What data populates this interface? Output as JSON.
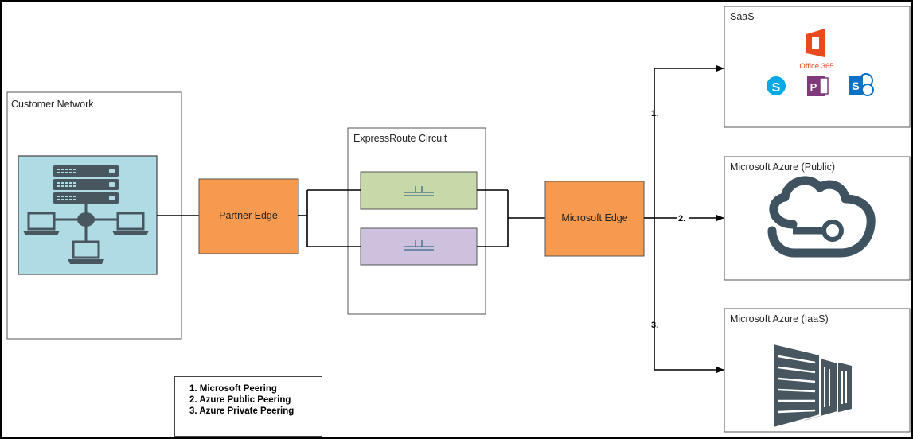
{
  "customer_network": {
    "title": "Customer Network"
  },
  "partner_edge": {
    "label": "Partner Edge"
  },
  "expressroute": {
    "title": "ExpressRoute Circuit"
  },
  "microsoft_edge": {
    "label": "Microsoft Edge"
  },
  "saas": {
    "title": "SaaS",
    "office_label": "Office 365"
  },
  "azure_public": {
    "title": "Microsoft Azure (Public)"
  },
  "azure_iaas": {
    "title": "Microsoft Azure (IaaS)"
  },
  "path_labels": {
    "p1": "1.",
    "p2": "2.",
    "p3": "3."
  },
  "legend": {
    "items": [
      "1. Microsoft Peering",
      "2. Azure Public Peering",
      "3. Azure Private Peering"
    ]
  },
  "colors": {
    "edge_orange": "#f79a50",
    "circuit_green": "#c7d9a8",
    "circuit_purple": "#cdc1dd",
    "network_bg": "#aedbe4",
    "icon_dark": "#485660",
    "office_red": "#e8491d",
    "skype_blue": "#00a8e6",
    "onenote_purple": "#80397b",
    "sharepoint_blue": "#0b72c6",
    "azure_cloud": "#3e5260"
  }
}
